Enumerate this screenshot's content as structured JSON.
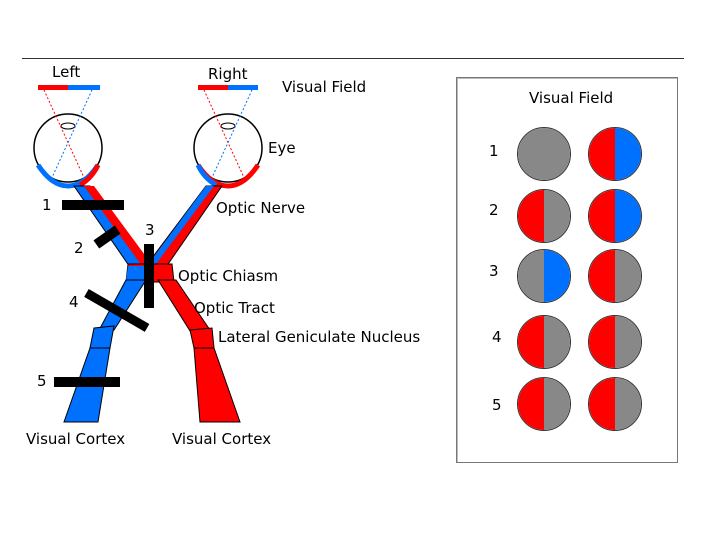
{
  "colors": {
    "red": "#ff0000",
    "blue": "#0070ff",
    "gray": "#888888",
    "black": "#000000"
  },
  "labels": {
    "left": "Left",
    "right": "Right",
    "visual_field": "Visual Field",
    "eye": "Eye",
    "optic_nerve": "Optic Nerve",
    "optic_chiasm": "Optic Chiasm",
    "optic_tract": "Optic Tract",
    "lgn": "Lateral Geniculate Nucleus",
    "visual_cortex_left": "Visual Cortex",
    "visual_cortex_right": "Visual Cortex"
  },
  "lesion_numbers": [
    "1",
    "2",
    "3",
    "4",
    "5"
  ],
  "panel": {
    "title": "Visual Field",
    "rows": [
      {
        "number": "1",
        "left_eye": [
          "gray",
          "gray"
        ],
        "right_eye": [
          "red",
          "blue"
        ]
      },
      {
        "number": "2",
        "left_eye": [
          "red",
          "gray"
        ],
        "right_eye": [
          "red",
          "blue"
        ]
      },
      {
        "number": "3",
        "left_eye": [
          "gray",
          "blue"
        ],
        "right_eye": [
          "red",
          "gray"
        ]
      },
      {
        "number": "4",
        "left_eye": [
          "red",
          "gray"
        ],
        "right_eye": [
          "red",
          "gray"
        ]
      },
      {
        "number": "5",
        "left_eye": [
          "red",
          "gray"
        ],
        "right_eye": [
          "red",
          "gray"
        ]
      }
    ]
  }
}
